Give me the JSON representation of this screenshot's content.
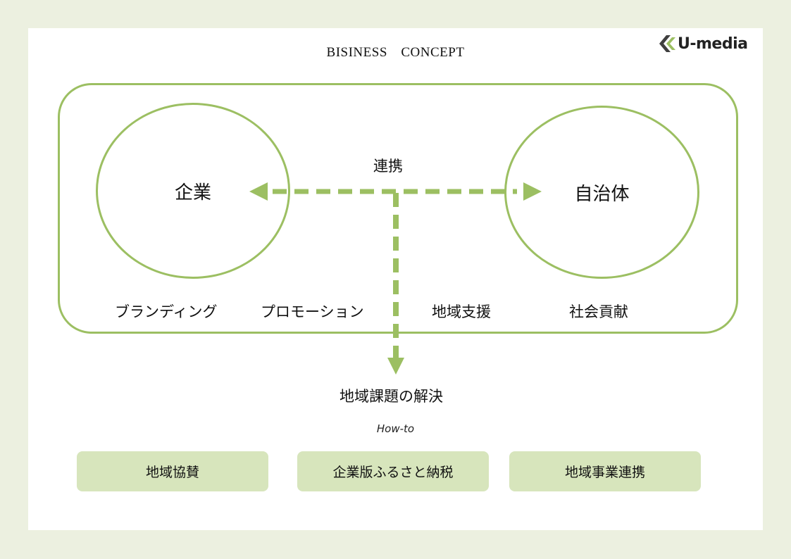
{
  "header": {
    "title": "BISINESS　CONCEPT",
    "logo_text": "U-media",
    "logo_icon": "double-chevron-logo"
  },
  "diagram": {
    "left_entity": "企業",
    "right_entity": "自治体",
    "link_label": "連携",
    "roles": [
      "ブランディング",
      "プロモーション",
      "地域支援",
      "社会貢献"
    ],
    "outcome": "地域課題の解決"
  },
  "howto": {
    "label": "How-to",
    "methods": [
      "地域協賛",
      "企業版ふるさと納税",
      "地域事業連携"
    ]
  },
  "colors": {
    "page_background": "#ecf0e0",
    "accent_green": "#9cbf62",
    "method_fill": "#d7e5bc"
  }
}
